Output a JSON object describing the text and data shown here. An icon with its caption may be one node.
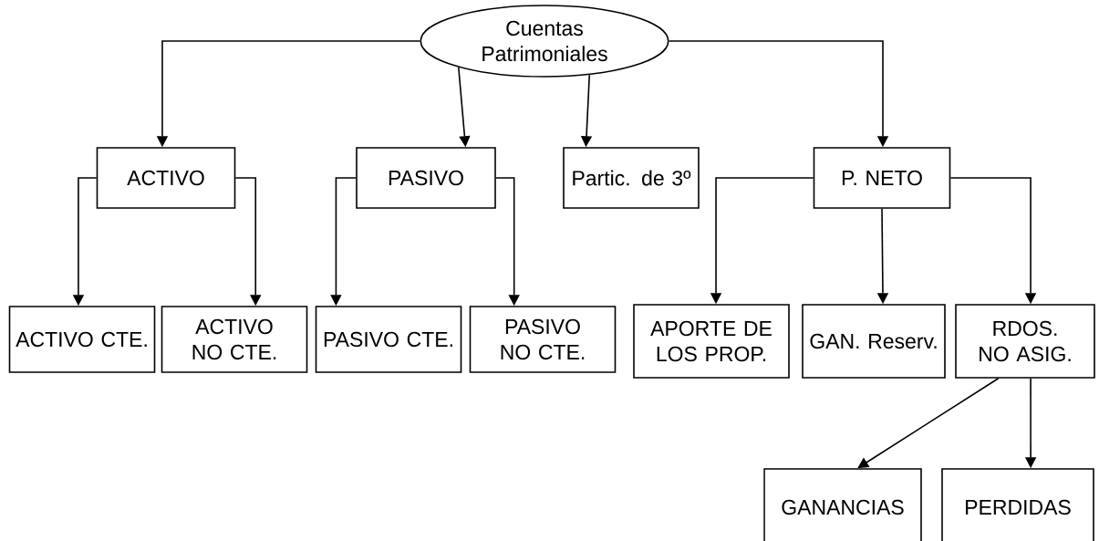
{
  "diagram": {
    "nodes": [
      {
        "text": [
          "Cuentas Patrimoniales"
        ]
      },
      {
        "text": [
          "ACTIVO"
        ]
      },
      {
        "text": [
          "PASIVO"
        ]
      },
      {
        "text": [
          "Partic. de 3º"
        ]
      },
      {
        "text": [
          "P. NETO"
        ]
      },
      {
        "text": [
          "ACTIVO CTE."
        ]
      },
      {
        "text": [
          "ACTIVO NO CTE."
        ]
      },
      {
        "text": [
          "PASIVO CTE."
        ]
      },
      {
        "text": [
          "PASIVO NO CTE."
        ]
      },
      {
        "text": [
          "APORTE DE LOS PROP."
        ]
      },
      {
        "text": [
          "GAN. Reserv."
        ]
      },
      {
        "text": [
          "RDOS. NO ASIG."
        ]
      },
      {
        "text": [
          "GANANCIAS"
        ]
      },
      {
        "text": [
          "PERDIDAS"
        ]
      }
    ],
    "edges": [
      {
        "from": 0,
        "to": 1,
        "arrow": "to"
      },
      {
        "from": 0,
        "to": 2,
        "arrow": "to"
      },
      {
        "from": 0,
        "to": 3,
        "arrow": "to"
      },
      {
        "from": 0,
        "to": 4,
        "arrow": "to"
      },
      {
        "from": 1,
        "to": 5,
        "arrow": "to"
      },
      {
        "from": 1,
        "to": 6,
        "arrow": "to"
      },
      {
        "from": 2,
        "to": 7,
        "arrow": "to"
      },
      {
        "from": 2,
        "to": 8,
        "arrow": "to"
      },
      {
        "from": 4,
        "to": 9,
        "arrow": "to"
      },
      {
        "from": 4,
        "to": 10,
        "arrow": "to"
      },
      {
        "from": 4,
        "to": 11,
        "arrow": "to"
      },
      {
        "from": 11,
        "to": 12,
        "arrow": "to"
      },
      {
        "from": 11,
        "to": 13,
        "arrow": "to"
      }
    ]
  }
}
